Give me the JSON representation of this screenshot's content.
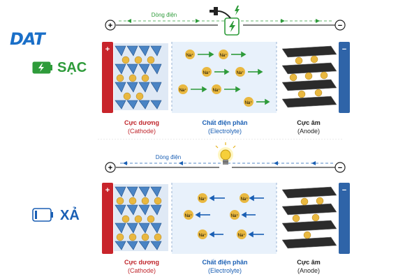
{
  "brand": {
    "logo": "DAT",
    "color": "#1a6fc8"
  },
  "charge": {
    "mode_label": "SẠC",
    "mode_icon": "battery-charging-icon",
    "current_label": "Dòng điện",
    "device_icon": "charger-plug-icon",
    "wire_color": "#2e9b3a"
  },
  "discharge": {
    "mode_label": "XẢ",
    "mode_icon": "battery-empty-icon",
    "current_label": "Dòng điện",
    "device_icon": "light-bulb-icon",
    "wire_color": "#1a5fb4"
  },
  "terminals": {
    "positive": "+",
    "negative": "−"
  },
  "ion_label": "Na⁺",
  "labels": {
    "cathode_title": "Cực dương",
    "cathode_sub": "(Cathode)",
    "electrolyte_title": "Chất điện phân",
    "electrolyte_sub": "(Electrolyte)",
    "anode_title": "Cực âm",
    "anode_sub": "(Anode)"
  },
  "colors": {
    "cathode": "#c0272d",
    "electrolyte": "#1a5fb4",
    "anode": "#222222",
    "positive_plate": "#c8242b",
    "negative_plate": "#2f64a8",
    "ion": "#e9b840"
  }
}
